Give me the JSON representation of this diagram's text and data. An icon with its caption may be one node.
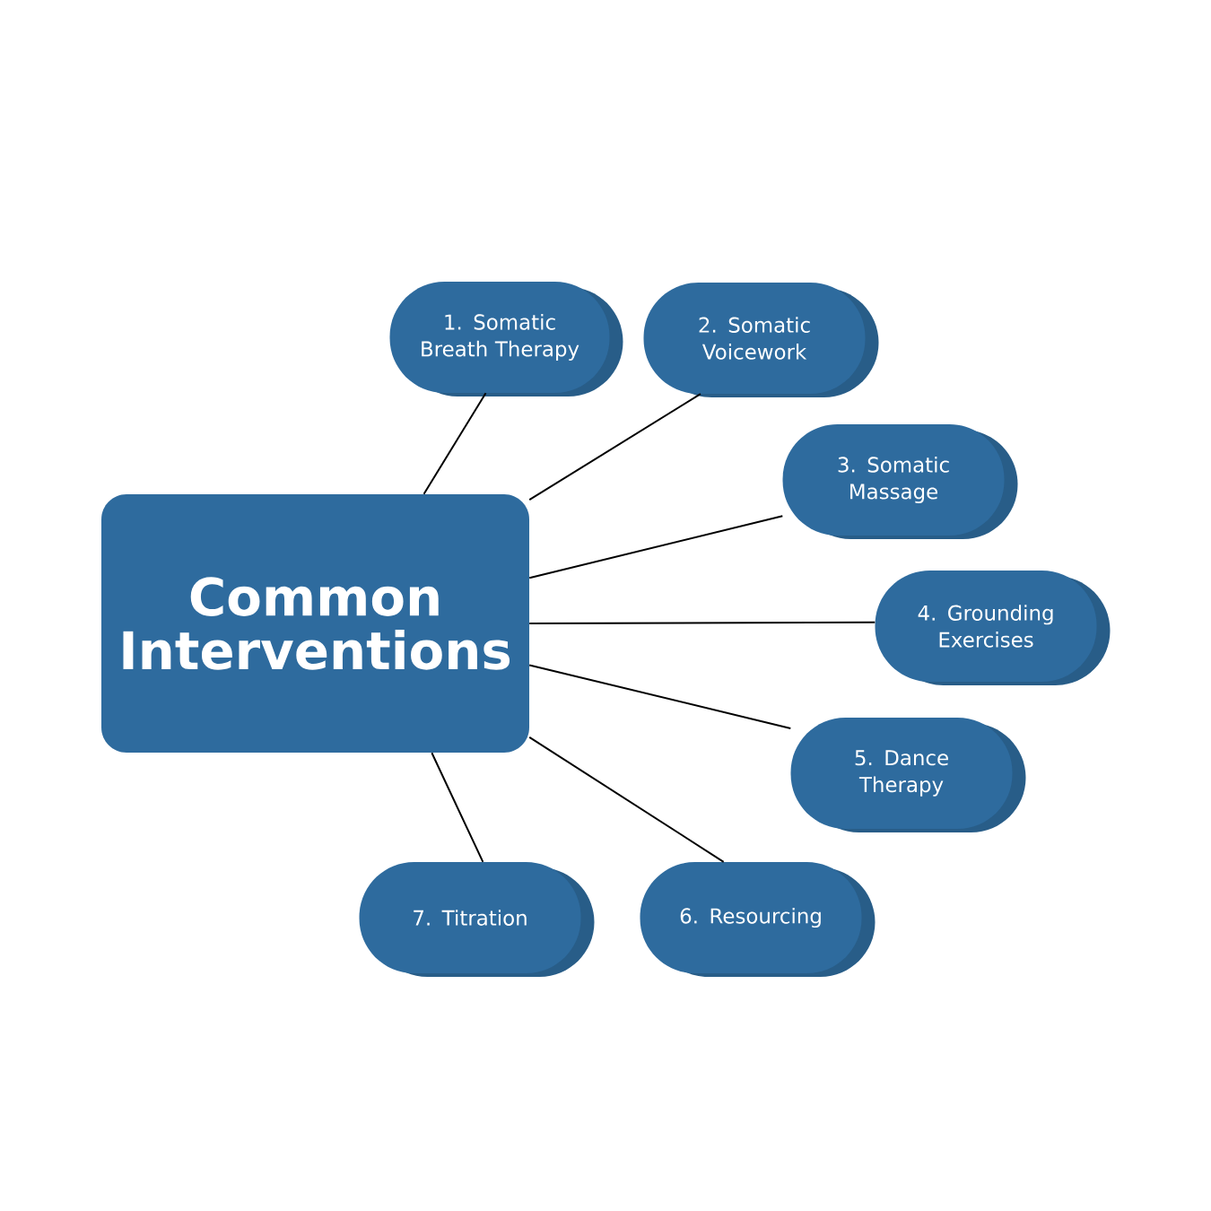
{
  "diagram": {
    "nodes": [
      {
        "text": [
          "Common Interventions"
        ]
      },
      {
        "text": [
          "1. Somatic Breath Therapy"
        ]
      },
      {
        "text": [
          "2. Somatic Voicework"
        ]
      },
      {
        "text": [
          "3. Somatic Massage"
        ]
      },
      {
        "text": [
          "4. Grounding Exercises"
        ]
      },
      {
        "text": [
          "5. Dance Therapy"
        ]
      },
      {
        "text": [
          "6. Resourcing"
        ]
      },
      {
        "text": [
          "7. Titration"
        ]
      }
    ],
    "edges": [
      {
        "from": 0,
        "to": 1,
        "arrow": "none"
      },
      {
        "from": 0,
        "to": 2,
        "arrow": "none"
      },
      {
        "from": 0,
        "to": 3,
        "arrow": "none"
      },
      {
        "from": 0,
        "to": 4,
        "arrow": "none"
      },
      {
        "from": 0,
        "to": 5,
        "arrow": "none"
      },
      {
        "from": 0,
        "to": 6,
        "arrow": "none"
      },
      {
        "from": 0,
        "to": 7,
        "arrow": "none"
      }
    ]
  }
}
